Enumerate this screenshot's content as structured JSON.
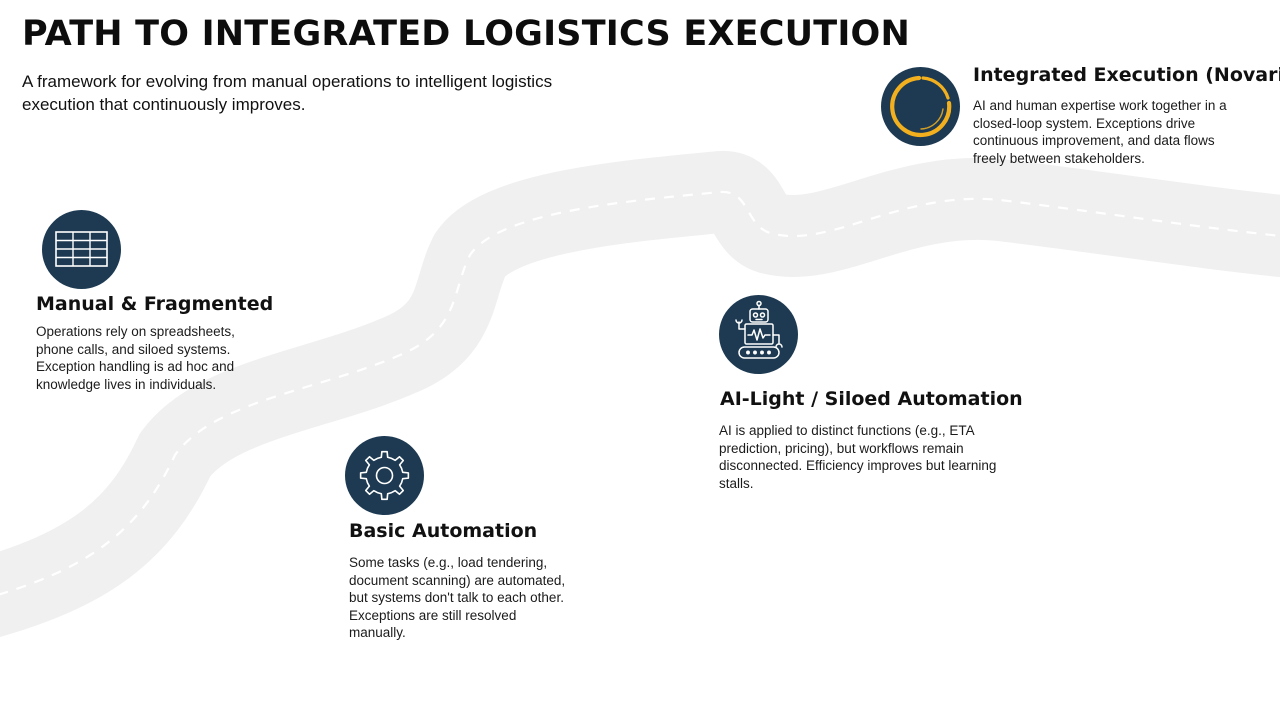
{
  "header": {
    "title": "PATH TO INTEGRATED LOGISTICS EXECUTION",
    "subtitle": "A framework for evolving from manual operations to intelligent logistics execution that continuously improves."
  },
  "colors": {
    "icon_background": "#1d3a52",
    "accent_gold": "#f2b01e",
    "road": "#f0f0f0",
    "road_dashes": "#ffffff"
  },
  "stages": [
    {
      "title": "Manual & Fragmented",
      "description": "Operations rely on spreadsheets, phone calls, and siloed systems. Exception handling is ad hoc and knowledge lives in individuals.",
      "icon": "spreadsheet-grid-icon"
    },
    {
      "title": "Basic Automation",
      "description": "Some tasks (e.g., load tendering, document scanning) are automated, but systems don't talk to each other. Exceptions are still resolved manually.",
      "icon": "gear-icon"
    },
    {
      "title": "AI-Light / Siloed Automation",
      "description": "AI is applied to distinct functions (e.g., ETA prediction, pricing), but workflows remain disconnected. Efficiency improves but learning stalls.",
      "icon": "robot-icon"
    },
    {
      "title": "Integrated Execution (Novari)",
      "description": "AI and human expertise work together in a closed-loop system. Exceptions drive continuous improvement, and data flows freely between stakeholders.",
      "icon": "closed-loop-ring-icon"
    }
  ]
}
